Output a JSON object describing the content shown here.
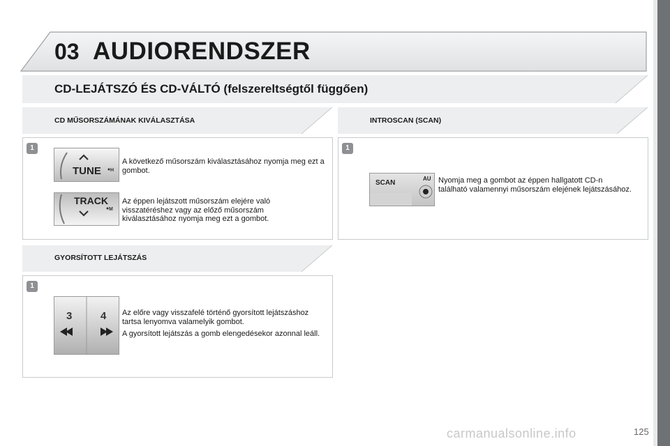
{
  "chapter": {
    "number": "03",
    "title": "AUDIORENDSZER"
  },
  "section": {
    "title": "CD-LEJÁTSZÓ ÉS CD-VÁLTÓ (felszereltségtől függően)"
  },
  "blocks": {
    "track_select": {
      "heading": "CD MŰSORSZÁMÁNAK KIVÁLASZTÁSA",
      "step": "1",
      "button1_label": "TUNE",
      "button2_label": "TRACK",
      "desc1": "A következő műsorszám kiválasztásához nyomja meg ezt a gombot.",
      "desc2": "Az éppen lejátszott műsorszám elejére való visszatéréshez vagy az előző műsorszám kiválasztásához nyomja meg ezt a gombot."
    },
    "introscan": {
      "heading": "INTROSCAN (SCAN)",
      "step": "1",
      "button_label": "SCAN",
      "desc": "Nyomja meg a gombot az éppen hallgatott CD-n található valamennyi műsorszám elejének lejátszásához."
    },
    "fast_play": {
      "heading": "GYORSÍTOTT LEJÁTSZÁS",
      "step": "1",
      "key_left": "3",
      "key_right": "4",
      "desc1": "Az előre vagy visszafelé történő gyorsított lejátszáshoz tartsa lenyomva valamelyik gombot.",
      "desc2": "A gyorsított lejátszás a gomb elengedésekor azonnal leáll."
    }
  },
  "page_number": "125",
  "watermark": "carmanualsonline.info",
  "colors": {
    "sidebar": "#6f7275",
    "band": "#eceeef",
    "badge": "#8e9093"
  }
}
